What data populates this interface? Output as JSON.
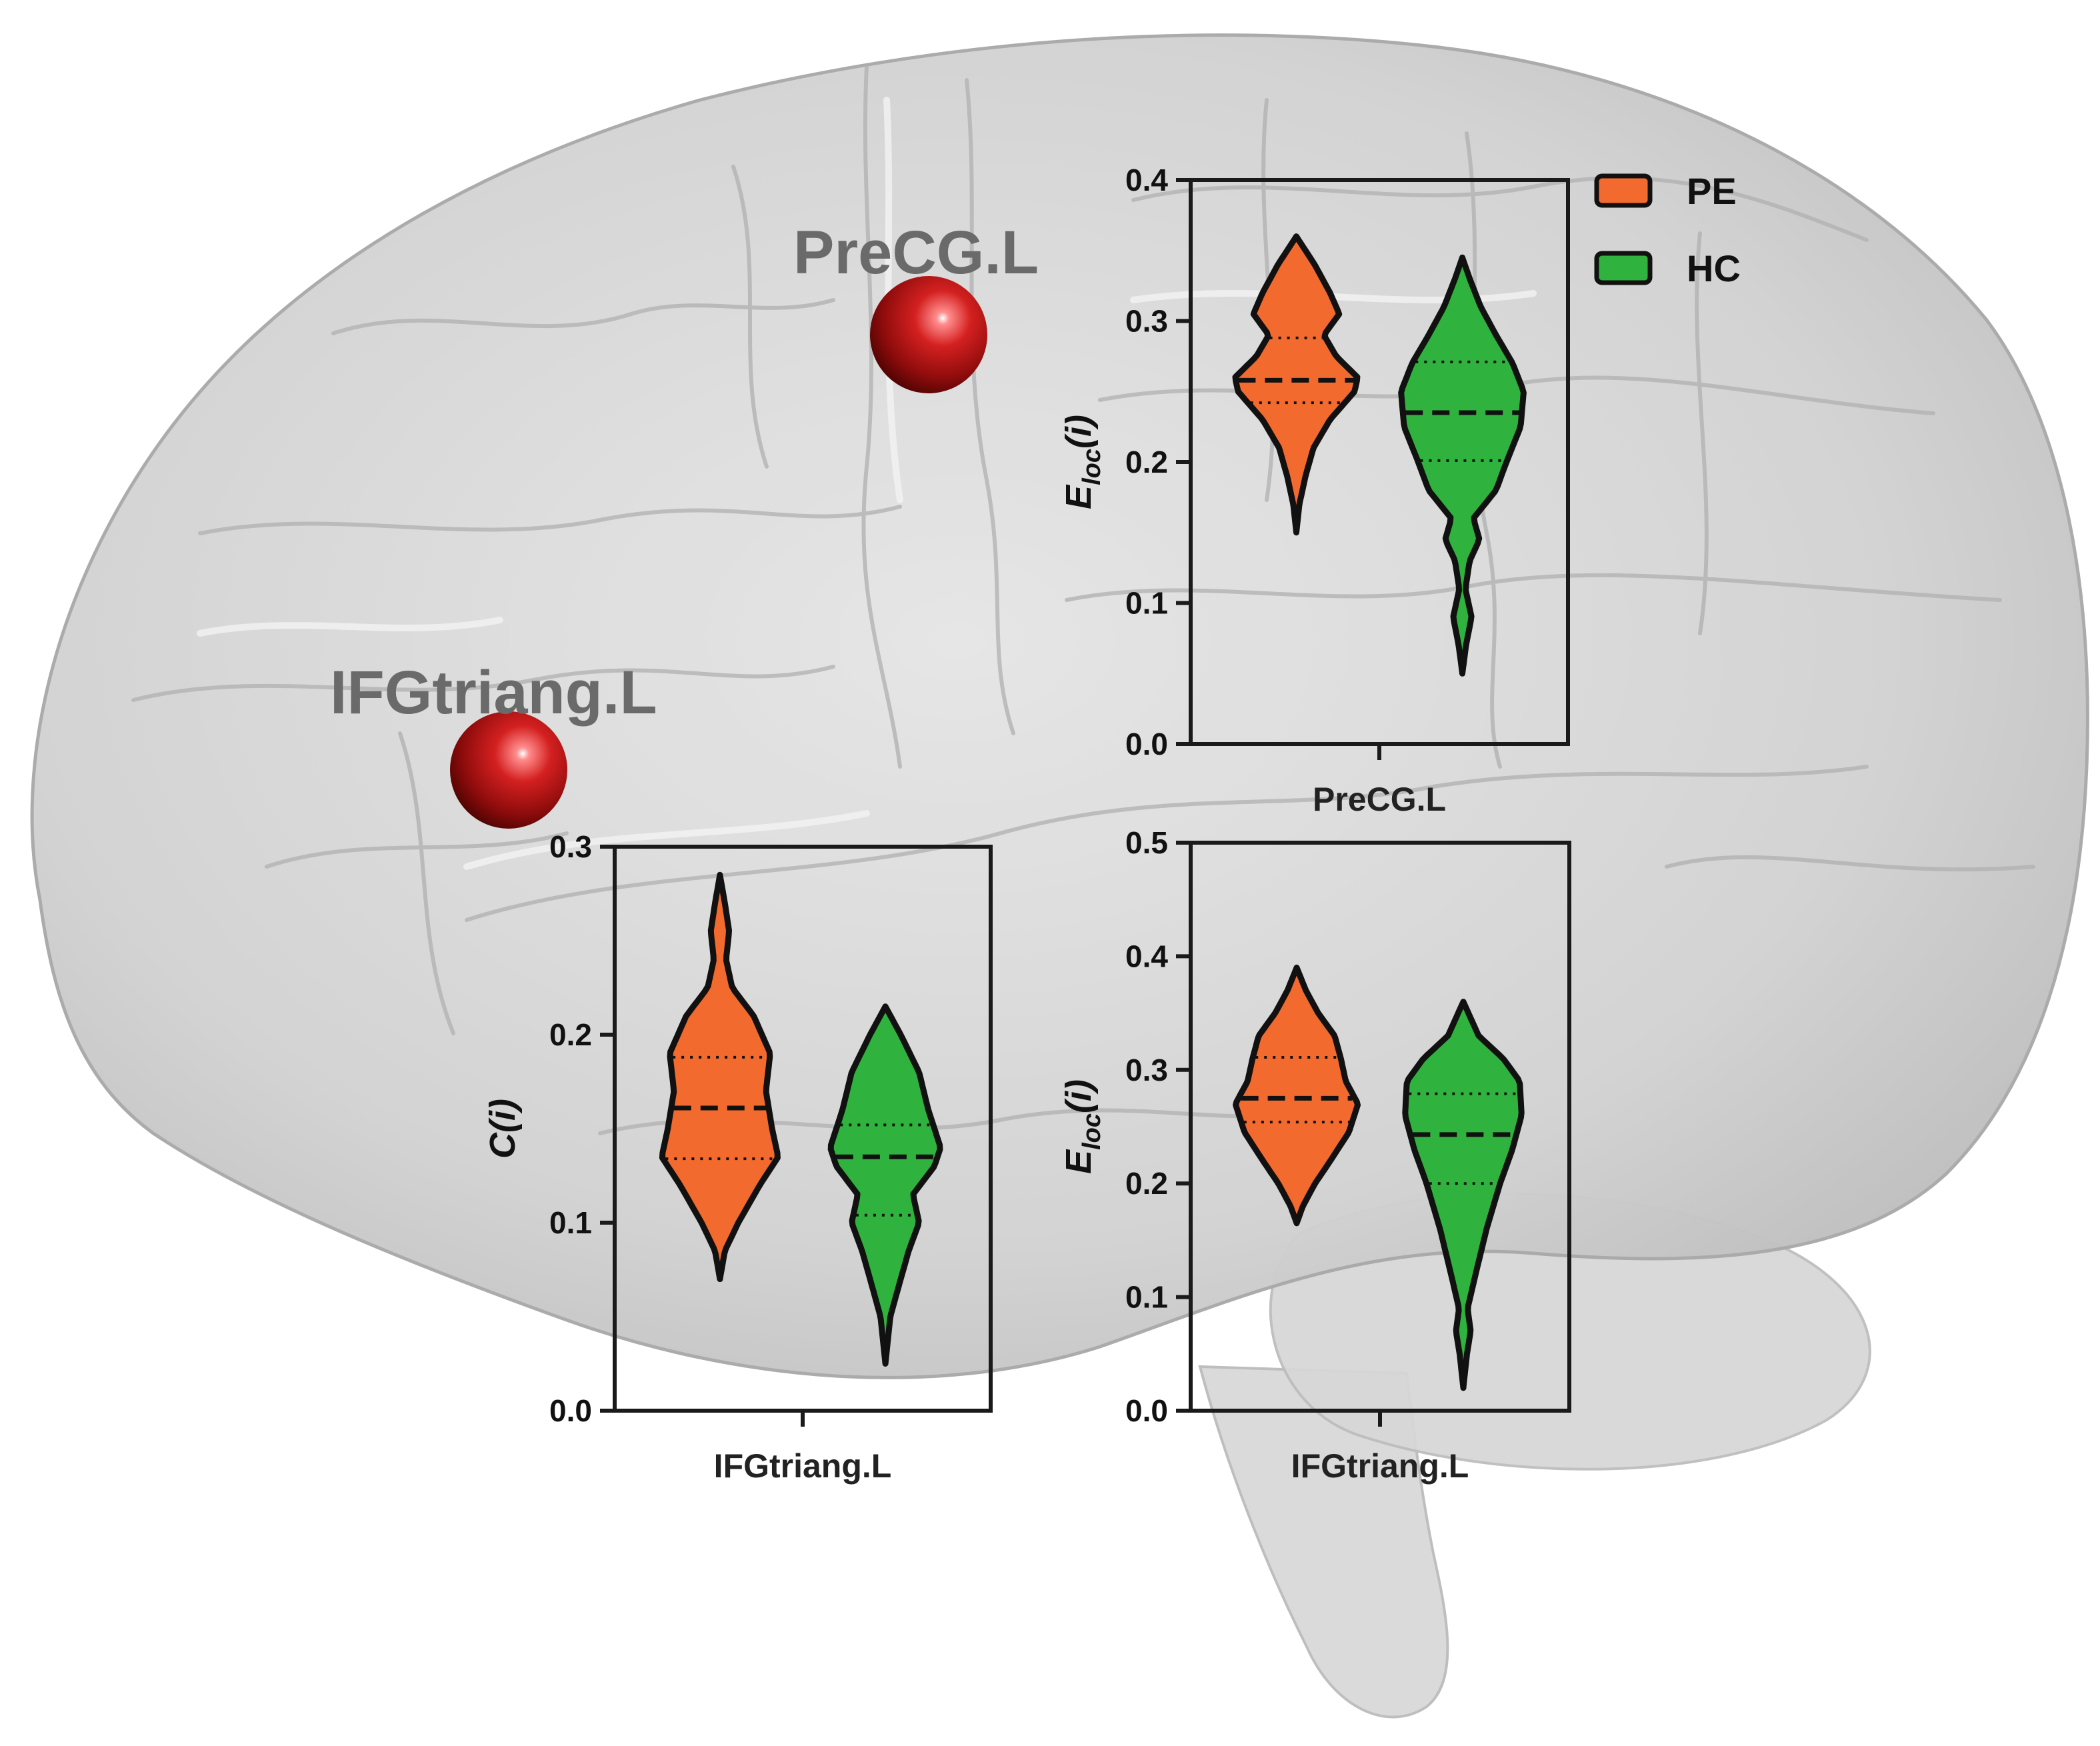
{
  "legend": [
    {
      "label": "PE",
      "color": "#f26a2e"
    },
    {
      "label": "HC",
      "color": "#2fb33e"
    }
  ],
  "brain_regions": [
    {
      "label": "PreCG.L"
    },
    {
      "label": "IFGtriang.L"
    }
  ],
  "chart_data": [
    {
      "type": "violin",
      "xlabel": "PreCG.L",
      "ylabel_base": "E",
      "ylabel_sub": "loc",
      "ylabel_tail": "(i)",
      "ylim": [
        0,
        0.4
      ],
      "yticks": [
        "0.0",
        "0.1",
        "0.2",
        "0.3",
        "0.4"
      ],
      "series": [
        {
          "name": "PE",
          "color": "#f26a2e",
          "min": 0.15,
          "max": 0.36,
          "median": 0.258,
          "q1": 0.242,
          "q3": 0.288,
          "profile": [
            [
              0.15,
              0.0
            ],
            [
              0.17,
              0.05
            ],
            [
              0.19,
              0.15
            ],
            [
              0.21,
              0.28
            ],
            [
              0.23,
              0.55
            ],
            [
              0.25,
              0.95
            ],
            [
              0.26,
              1.0
            ],
            [
              0.275,
              0.65
            ],
            [
              0.29,
              0.45
            ],
            [
              0.305,
              0.7
            ],
            [
              0.32,
              0.55
            ],
            [
              0.34,
              0.3
            ],
            [
              0.36,
              0.0
            ]
          ]
        },
        {
          "name": "HC",
          "color": "#2fb33e",
          "min": 0.05,
          "max": 0.345,
          "median": 0.235,
          "q1": 0.201,
          "q3": 0.271,
          "profile": [
            [
              0.05,
              0.0
            ],
            [
              0.07,
              0.06
            ],
            [
              0.09,
              0.15
            ],
            [
              0.11,
              0.05
            ],
            [
              0.13,
              0.12
            ],
            [
              0.145,
              0.28
            ],
            [
              0.16,
              0.18
            ],
            [
              0.18,
              0.55
            ],
            [
              0.2,
              0.72
            ],
            [
              0.225,
              0.95
            ],
            [
              0.25,
              1.0
            ],
            [
              0.27,
              0.82
            ],
            [
              0.29,
              0.55
            ],
            [
              0.31,
              0.3
            ],
            [
              0.33,
              0.12
            ],
            [
              0.345,
              0.0
            ]
          ]
        }
      ]
    },
    {
      "type": "violin",
      "xlabel": "IFGtriang.L",
      "ylabel_base": "C",
      "ylabel_sub": "",
      "ylabel_tail": "(i)",
      "ylim": [
        0,
        0.3
      ],
      "yticks": [
        "0.0",
        "0.1",
        "0.2",
        "0.3"
      ],
      "series": [
        {
          "name": "PE",
          "color": "#f26a2e",
          "min": 0.07,
          "max": 0.285,
          "median": 0.161,
          "q1": 0.134,
          "q3": 0.188,
          "profile": [
            [
              0.07,
              0.0
            ],
            [
              0.085,
              0.08
            ],
            [
              0.1,
              0.3
            ],
            [
              0.12,
              0.65
            ],
            [
              0.135,
              0.95
            ],
            [
              0.15,
              0.85
            ],
            [
              0.17,
              0.75
            ],
            [
              0.19,
              0.82
            ],
            [
              0.21,
              0.55
            ],
            [
              0.225,
              0.2
            ],
            [
              0.24,
              0.1
            ],
            [
              0.255,
              0.15
            ],
            [
              0.27,
              0.08
            ],
            [
              0.285,
              0.0
            ]
          ]
        },
        {
          "name": "HC",
          "color": "#2fb33e",
          "min": 0.025,
          "max": 0.215,
          "median": 0.135,
          "q1": 0.104,
          "q3": 0.152,
          "profile": [
            [
              0.025,
              0.0
            ],
            [
              0.05,
              0.08
            ],
            [
              0.07,
              0.25
            ],
            [
              0.085,
              0.38
            ],
            [
              0.1,
              0.55
            ],
            [
              0.115,
              0.45
            ],
            [
              0.13,
              0.8
            ],
            [
              0.14,
              0.9
            ],
            [
              0.16,
              0.7
            ],
            [
              0.18,
              0.55
            ],
            [
              0.2,
              0.25
            ],
            [
              0.215,
              0.0
            ]
          ]
        }
      ]
    },
    {
      "type": "violin",
      "xlabel": "IFGtriang.L",
      "ylabel_base": "E",
      "ylabel_sub": "loc",
      "ylabel_tail": "(i)",
      "ylim": [
        0,
        0.5
      ],
      "yticks": [
        "0.0",
        "0.1",
        "0.2",
        "0.3",
        "0.4",
        "0.5"
      ],
      "series": [
        {
          "name": "PE",
          "color": "#f26a2e",
          "min": 0.165,
          "max": 0.39,
          "median": 0.275,
          "q1": 0.254,
          "q3": 0.311,
          "profile": [
            [
              0.165,
              0.0
            ],
            [
              0.18,
              0.1
            ],
            [
              0.2,
              0.3
            ],
            [
              0.22,
              0.55
            ],
            [
              0.245,
              0.85
            ],
            [
              0.27,
              1.0
            ],
            [
              0.29,
              0.8
            ],
            [
              0.31,
              0.72
            ],
            [
              0.33,
              0.62
            ],
            [
              0.35,
              0.35
            ],
            [
              0.37,
              0.15
            ],
            [
              0.39,
              0.0
            ]
          ]
        },
        {
          "name": "HC",
          "color": "#2fb33e",
          "min": 0.02,
          "max": 0.36,
          "median": 0.243,
          "q1": 0.2,
          "q3": 0.279,
          "profile": [
            [
              0.02,
              0.0
            ],
            [
              0.05,
              0.06
            ],
            [
              0.07,
              0.12
            ],
            [
              0.09,
              0.07
            ],
            [
              0.12,
              0.2
            ],
            [
              0.16,
              0.38
            ],
            [
              0.2,
              0.6
            ],
            [
              0.23,
              0.8
            ],
            [
              0.26,
              0.95
            ],
            [
              0.29,
              0.92
            ],
            [
              0.31,
              0.65
            ],
            [
              0.33,
              0.25
            ],
            [
              0.36,
              0.0
            ]
          ]
        }
      ]
    }
  ]
}
